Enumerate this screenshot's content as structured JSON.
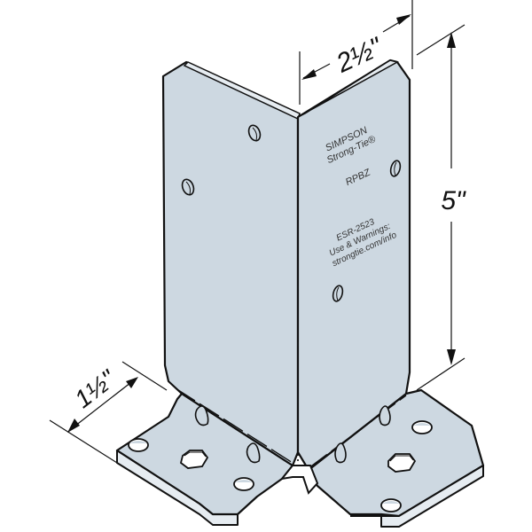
{
  "product": {
    "brand_line1": "SIMPSON",
    "brand_line2": "Strong-Tie®",
    "model": "RPBZ",
    "esr": "ESR-2523",
    "warning_line": "Use & Warnings:",
    "url": "strongtie.com/info"
  },
  "dimensions": {
    "width_label": "2½\"",
    "height_label": "5\"",
    "base_label": "1½\""
  },
  "colors": {
    "steel": "#cdd8e1",
    "steel_edge": "#e6ecf1",
    "outline": "#111111",
    "background": "#ffffff"
  }
}
